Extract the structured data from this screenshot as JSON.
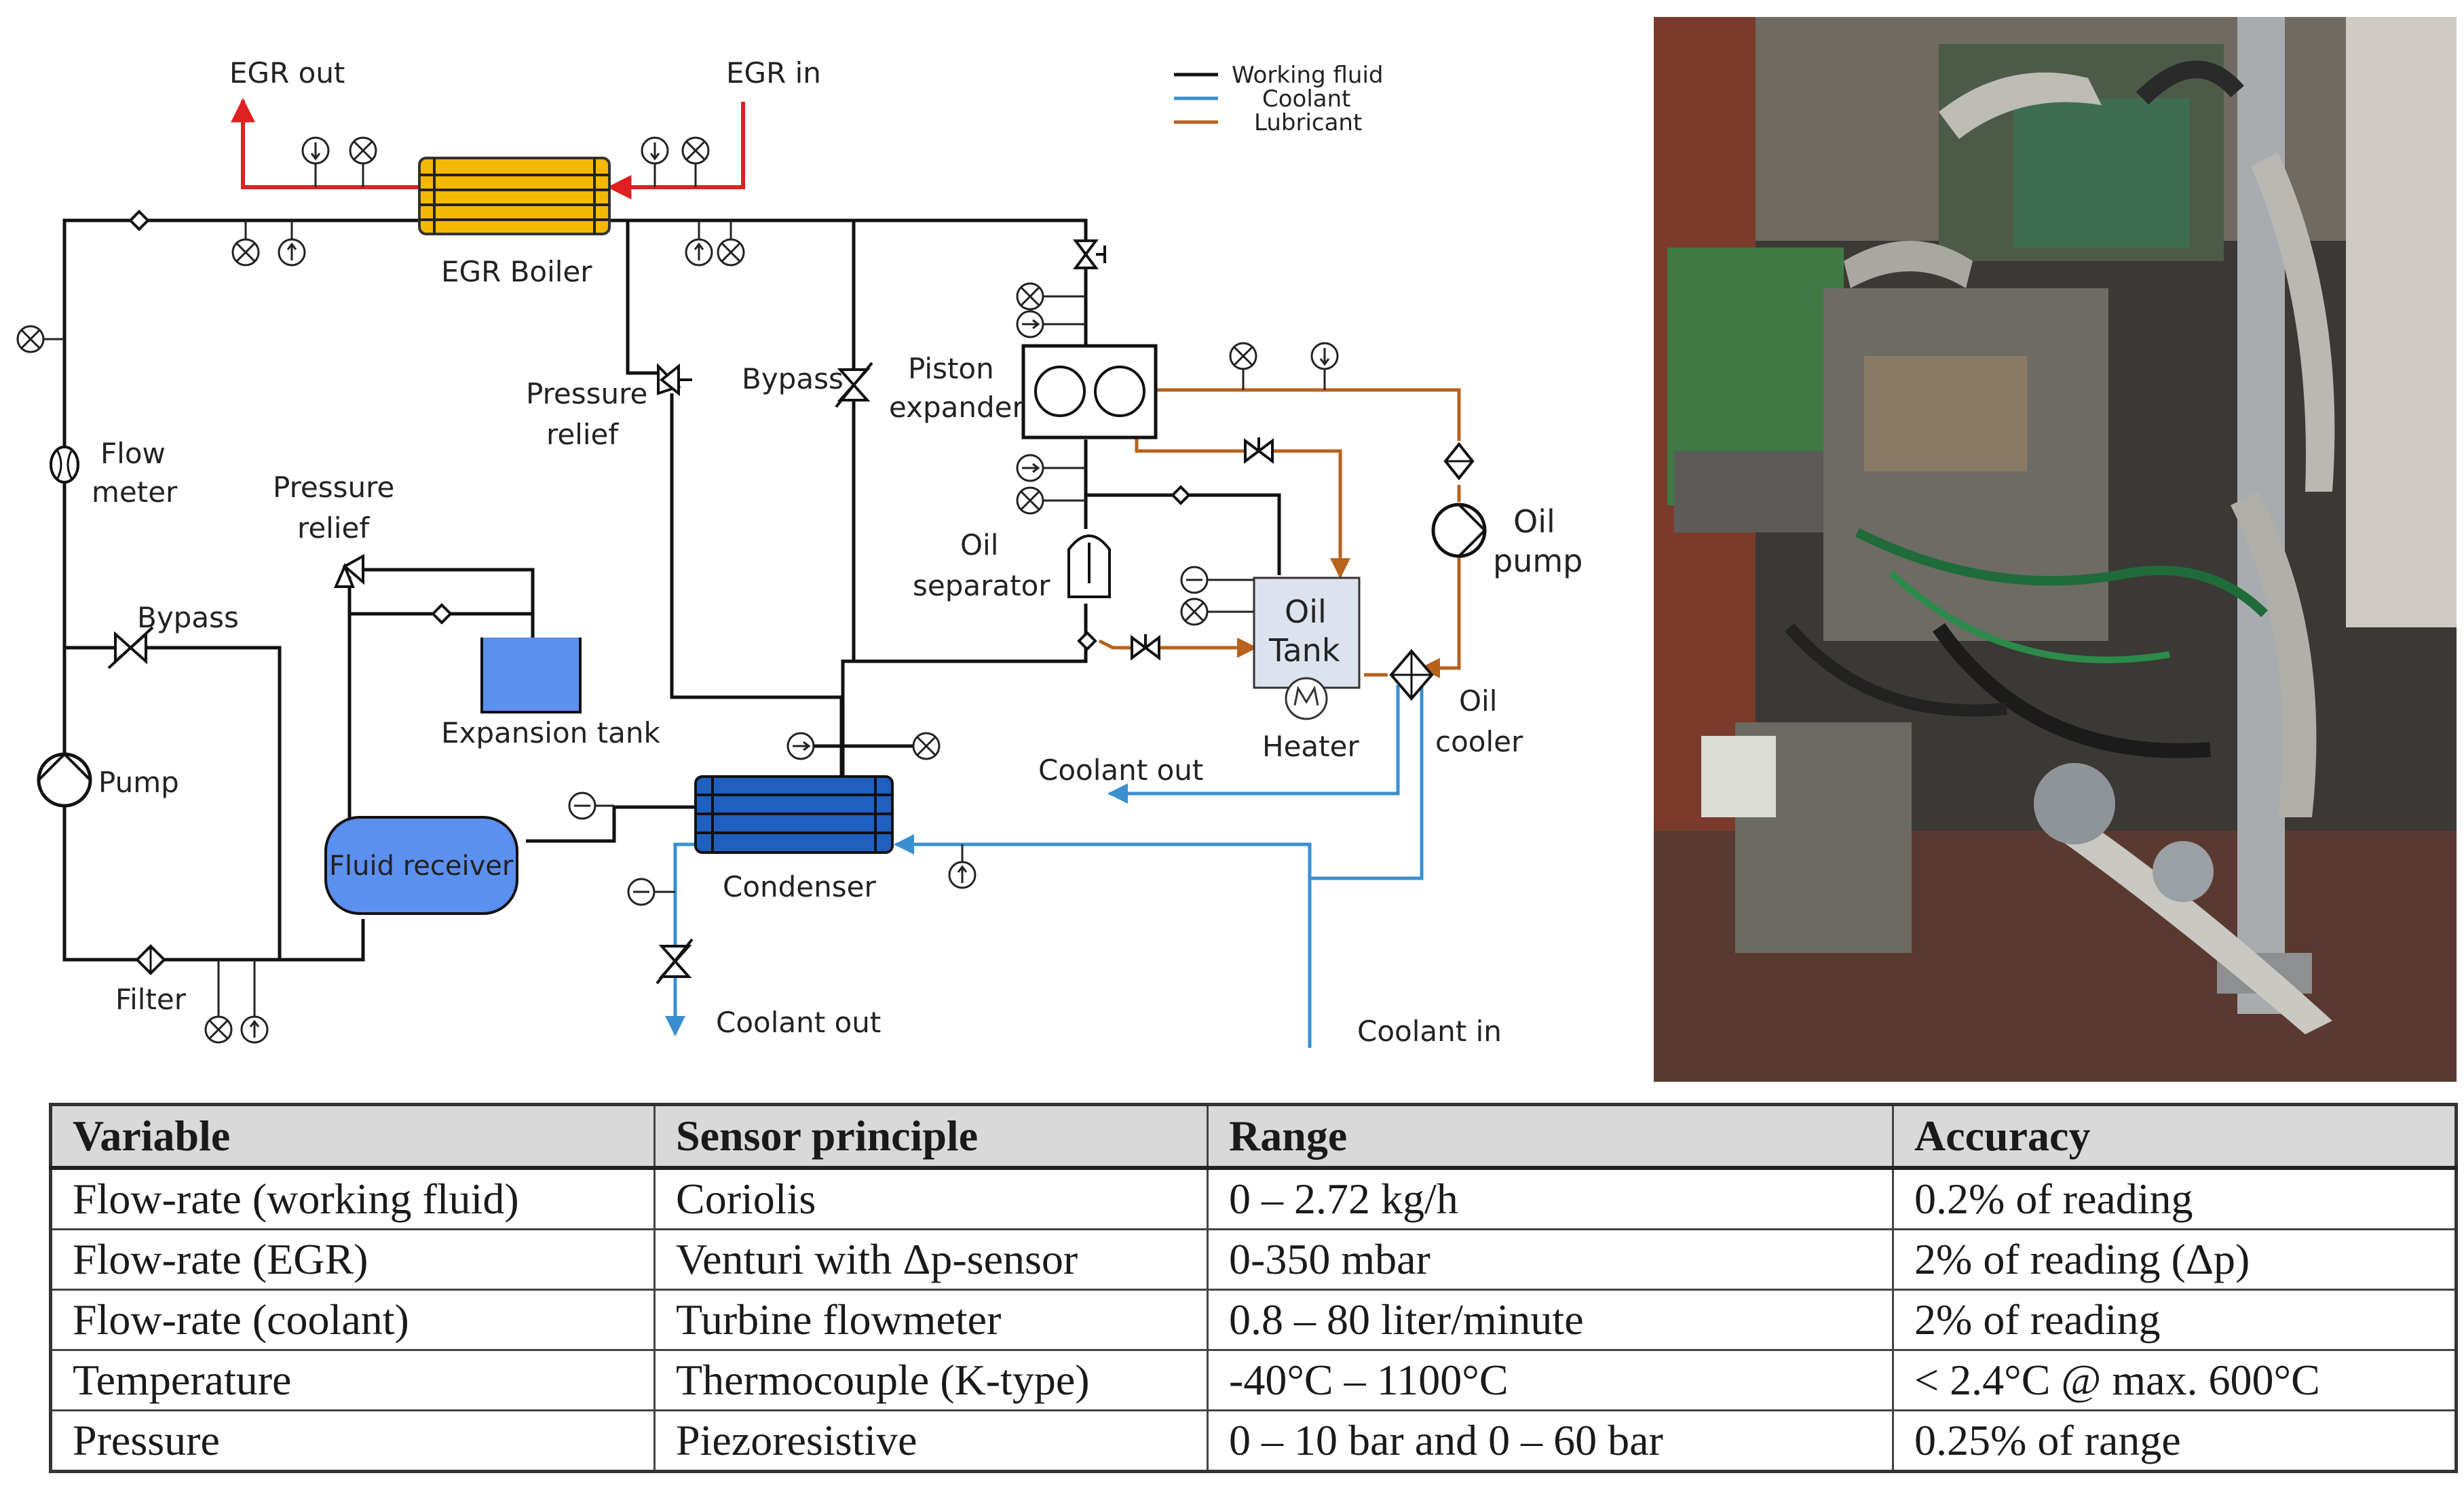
{
  "diagram": {
    "labels": {
      "egr_out": "EGR out",
      "egr_in": "EGR in",
      "egr_boiler": "EGR Boiler",
      "flow_meter_1": "Flow",
      "flow_meter_2": "meter",
      "pressure_relief_1a": "Pressure",
      "pressure_relief_1b": "relief",
      "pressure_relief_2a": "Pressure",
      "pressure_relief_2b": "relief",
      "bypass_top": "Bypass",
      "bypass_left": "Bypass",
      "piston_expander_1": "Piston",
      "piston_expander_2": "expander",
      "oil_separator_1": "Oil",
      "oil_separator_2": "separator",
      "oil_tank_1": "Oil",
      "oil_tank_2": "Tank",
      "heater": "Heater",
      "oil_pump_1": "Oil",
      "oil_pump_2": "pump",
      "oil_cooler_1": "Oil",
      "oil_cooler_2": "cooler",
      "expansion_tank": "Expansion tank",
      "pump": "Pump",
      "fluid_receiver": "Fluid receiver",
      "condenser": "Condenser",
      "filter": "Filter",
      "coolant_out_top": "Coolant out",
      "coolant_out_bottom": "Coolant out",
      "coolant_in": "Coolant in"
    },
    "legend": {
      "working_fluid": "Working fluid",
      "coolant": "Coolant",
      "lubricant": "Lubricant"
    },
    "colors": {
      "working_fluid": "#111111",
      "coolant": "#3a8fd0",
      "lubricant": "#b8621b",
      "egr": "#e02020",
      "egr_boiler_fill": "#f5b800",
      "condenser_fill": "#1f5fbf",
      "fluid_receiver_fill": "#5b8ff0",
      "expansion_tank_fill": "#5b8ff0",
      "oil_tank_fill": "#dde3ee"
    }
  },
  "table": {
    "headers": [
      "Variable",
      "Sensor principle",
      "Range",
      "Accuracy"
    ],
    "rows": [
      [
        "Flow-rate (working fluid)",
        "Coriolis",
        "0 – 2.72 kg/h",
        "0.2% of reading"
      ],
      [
        "Flow-rate (EGR)",
        "Venturi with Δp-sensor",
        "0-350 mbar",
        "2% of reading (Δp)"
      ],
      [
        "Flow-rate (coolant)",
        "Turbine flowmeter",
        "0.8 – 80 liter/minute",
        "2% of reading"
      ],
      [
        "Temperature",
        "Thermocouple (K-type)",
        "-40°C – 1100°C",
        "< 2.4°C @ max. 600°C"
      ],
      [
        "Pressure",
        "Piezoresistive",
        "0 – 10 bar and 0 – 60 bar",
        "0.25% of range"
      ]
    ]
  }
}
